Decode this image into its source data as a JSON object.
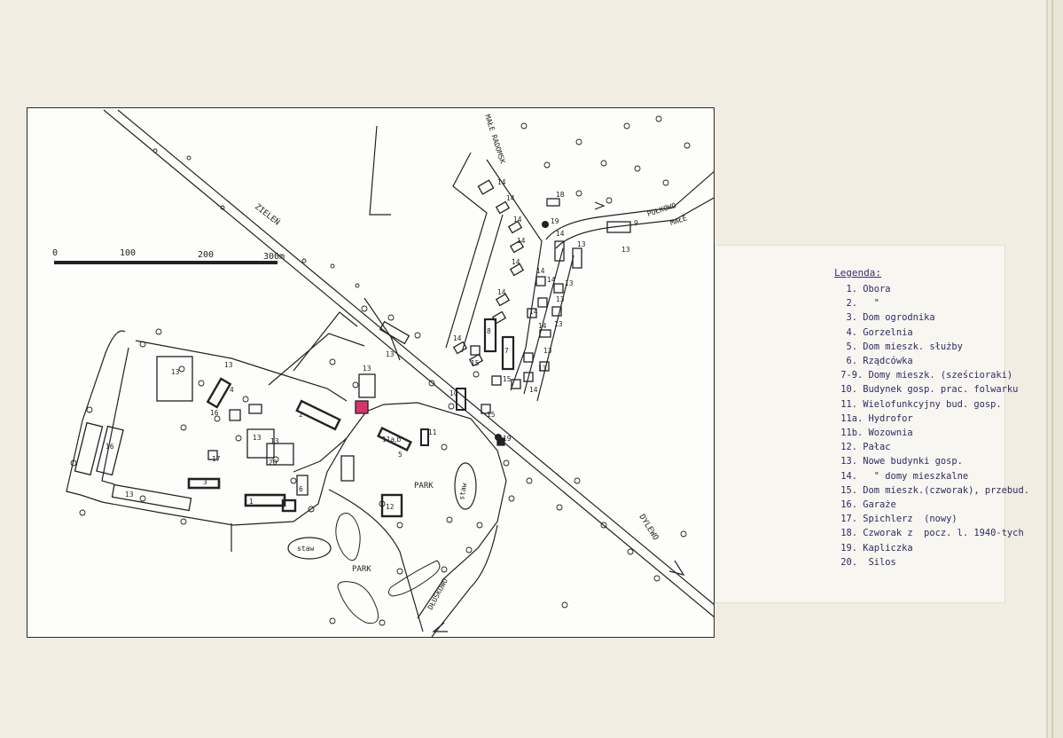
{
  "map": {
    "scale_ticks": [
      "0",
      "100",
      "200",
      "300m"
    ],
    "roads": {
      "zielen": "ZIELEŃ",
      "male_radomsk": "MAŁE RADOMSK",
      "pulkowo": "PUŁKOWO",
      "pulkowo_male": "MAŁE",
      "dylewo": "DYLEWO",
      "dluskowo": "DŁUSKOWO"
    },
    "areas": {
      "park_1": "PARK",
      "park_2": "PARK",
      "staw_1": "staw",
      "staw_2": "staw"
    },
    "building_numbers": [
      {
        "id": "14a",
        "text": "14"
      },
      {
        "id": "14b",
        "text": "14"
      },
      {
        "id": "14c",
        "text": "14"
      },
      {
        "id": "14d",
        "text": "14"
      },
      {
        "id": "14e",
        "text": "14"
      },
      {
        "id": "14f",
        "text": "14"
      },
      {
        "id": "14g",
        "text": "14"
      },
      {
        "id": "14h",
        "text": "14"
      },
      {
        "id": "14i",
        "text": "14"
      },
      {
        "id": "14j",
        "text": "14"
      },
      {
        "id": "14k",
        "text": "14"
      },
      {
        "id": "14l",
        "text": "14"
      },
      {
        "id": "14m",
        "text": "14"
      },
      {
        "id": "18",
        "text": "18"
      },
      {
        "id": "19a",
        "text": "19"
      },
      {
        "id": "19b",
        "text": "19"
      },
      {
        "id": "9",
        "text": "9"
      },
      {
        "id": "13a",
        "text": "13"
      },
      {
        "id": "13b",
        "text": "13"
      },
      {
        "id": "13c",
        "text": "13"
      },
      {
        "id": "13d",
        "text": "13"
      },
      {
        "id": "13e",
        "text": "13"
      },
      {
        "id": "13f",
        "text": "13"
      },
      {
        "id": "13g",
        "text": "13"
      },
      {
        "id": "13h",
        "text": "13"
      },
      {
        "id": "13i",
        "text": "13"
      },
      {
        "id": "13j",
        "text": "13"
      },
      {
        "id": "13k",
        "text": "13"
      },
      {
        "id": "13l",
        "text": "13"
      },
      {
        "id": "13m",
        "text": "13"
      },
      {
        "id": "13n",
        "text": "13"
      },
      {
        "id": "8",
        "text": "8"
      },
      {
        "id": "7",
        "text": "7"
      },
      {
        "id": "15a",
        "text": "15"
      },
      {
        "id": "15b",
        "text": "15"
      },
      {
        "id": "15c",
        "text": "15"
      },
      {
        "id": "10",
        "text": "10"
      },
      {
        "id": "11",
        "text": "11"
      },
      {
        "id": "11ab",
        "text": "11a,b"
      },
      {
        "id": "5",
        "text": "5"
      },
      {
        "id": "12",
        "text": "12"
      },
      {
        "id": "2",
        "text": "2"
      },
      {
        "id": "4",
        "text": "4"
      },
      {
        "id": "16",
        "text": "16"
      },
      {
        "id": "17",
        "text": "17"
      },
      {
        "id": "20",
        "text": "20"
      },
      {
        "id": "3",
        "text": "3"
      },
      {
        "id": "1",
        "text": "1"
      },
      {
        "id": "6",
        "text": "6"
      },
      {
        "id": "16b",
        "text": "16"
      }
    ]
  },
  "legend": {
    "title": "Legenda:",
    "items": [
      "  1. Obora",
      "  2.   \"",
      "  3. Dom ogrodnika",
      "  4. Gorzelnia",
      "  5. Dom mieszk. służby",
      "  6. Rządcówka",
      " 7-9. Domy mieszk. (sześcioraki)",
      " 10. Budynek gosp. prac. folwarku",
      " 11. Wielofunkcyjny bud. gosp.",
      " 11a. Hydrofor",
      " 11b. Wozownia",
      " 12. Pałac",
      " 13. Nowe budynki gosp.",
      " 14.   \" domy mieszkalne",
      " 15. Dom mieszk.(czworak), przebud.",
      " 16. Garaże",
      " 17. Spichlerz  (nowy)",
      " 18. Czworak z  pocz. l. 1940-tych",
      " 19. Kapliczka",
      " 20.  Silos"
    ]
  },
  "colors": {
    "ink": "#222222",
    "legend_ink": "#2e2a66",
    "highlight": "#d9346a"
  }
}
